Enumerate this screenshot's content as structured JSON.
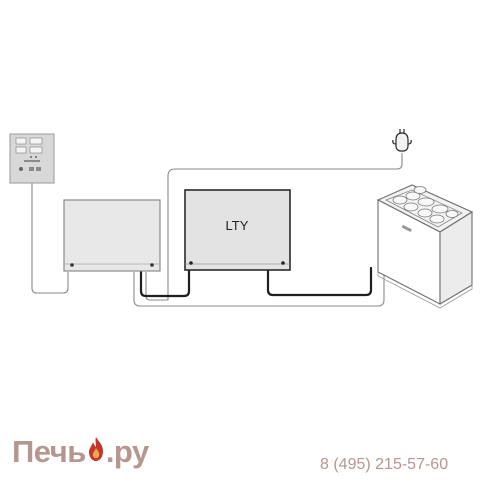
{
  "diagram": {
    "unit_label": "LTY",
    "colors": {
      "line_dark": "#1f1f1f",
      "line_light": "#8a8a8a",
      "box_fill": "#e6e6e6",
      "panel_fill": "#d8d8d8",
      "brand": "#b69790"
    },
    "icons": [
      "control-panel-icon",
      "power-plug-icon",
      "sauna-heater-icon"
    ]
  },
  "brand": {
    "left_text": "Печь",
    "right_text": ".ру",
    "logo_icon": "flame-icon"
  },
  "contact": {
    "phone": "8 (495) 215-57-60"
  }
}
